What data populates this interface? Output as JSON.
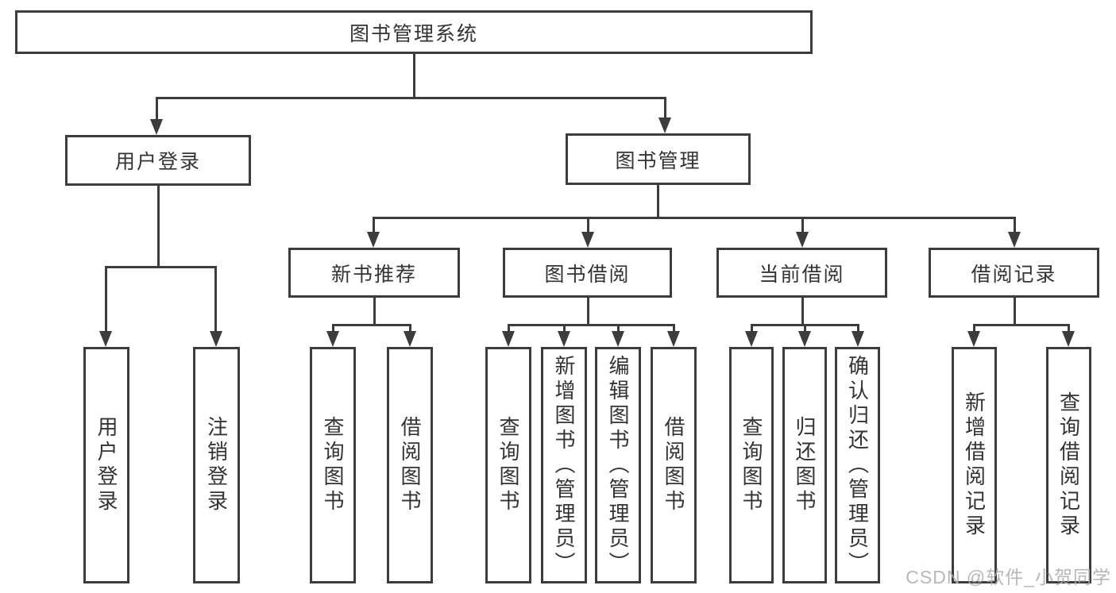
{
  "tree": {
    "label": "图书管理系统",
    "children": [
      {
        "label": "用户登录",
        "children": [
          {
            "label": "用户登录"
          },
          {
            "label": "注销登录"
          }
        ]
      },
      {
        "label": "图书管理",
        "children": [
          {
            "label": "新书推荐",
            "children": [
              {
                "label": "查询图书"
              },
              {
                "label": "借阅图书"
              }
            ]
          },
          {
            "label": "图书借阅",
            "children": [
              {
                "label": "查询图书"
              },
              {
                "label": "新增图书（管理员）"
              },
              {
                "label": "编辑图书（管理员）"
              },
              {
                "label": "借阅图书"
              }
            ]
          },
          {
            "label": "当前借阅",
            "children": [
              {
                "label": "查询图书"
              },
              {
                "label": "归还图书"
              },
              {
                "label": "确认归还（管理员）"
              }
            ]
          },
          {
            "label": "借阅记录",
            "children": [
              {
                "label": "新增借阅记录"
              },
              {
                "label": "查询借阅记录"
              }
            ]
          }
        ]
      }
    ]
  },
  "watermark": {
    "text": "CSDN @软件_小贺同学"
  },
  "colors": {
    "line": "#3c3c3c",
    "box_background": "#ffffff",
    "text": "#333333",
    "watermark_text": "#aaaaaa",
    "page_background": "#ffffff"
  }
}
